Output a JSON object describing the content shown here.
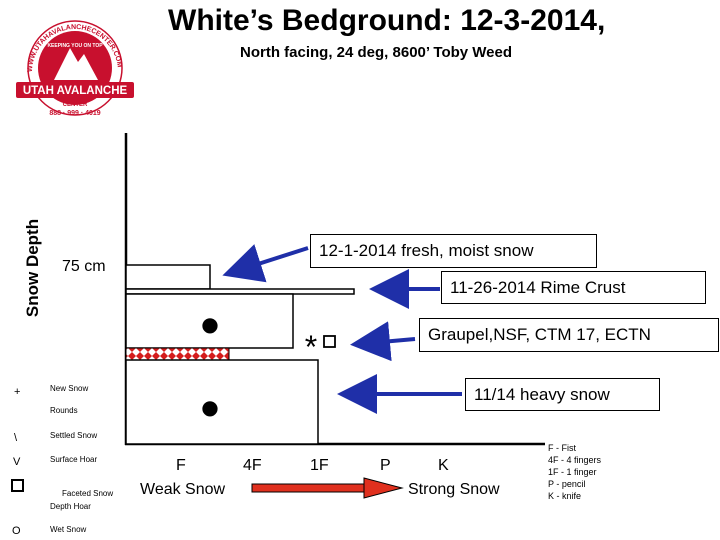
{
  "title": "White’s Bedground:  12-3-2014,",
  "subtitle": "North facing, 24 deg, 8600’  Toby Weed",
  "logo": {
    "ring_text": "WWW.UTAHAVALANCHECENTER.COM",
    "banner_text": "KEEPING YOU ON TOP",
    "name": "UTAH AVALANCHE",
    "sub": "CENTER",
    "phone": "888 · 999 · 4019",
    "colors": {
      "red": "#c8102e",
      "white": "#ffffff"
    }
  },
  "axis": {
    "y_label": "Snow Depth",
    "depth_marker": "75 cm"
  },
  "hardness_labels": [
    "F",
    "4F",
    "1F",
    "P",
    "K"
  ],
  "scale": {
    "weak": "Weak Snow",
    "strong": "Strong Snow",
    "arrow_color": "#e0301e"
  },
  "callouts": [
    {
      "text": "12-1-2014 fresh, moist snow"
    },
    {
      "text": "11-26-2014 Rime Crust"
    },
    {
      "text": "Graupel,NSF, CTM 17, ECTN"
    },
    {
      "text": "11/14 heavy snow"
    }
  ],
  "layer_symbols": {
    "rounds_symbol": "●",
    "mixed_symbol": "*"
  },
  "legend": [
    {
      "symbol": "+",
      "label": "New Snow"
    },
    {
      "symbol": "",
      "label": "Rounds"
    },
    {
      "symbol": "\\",
      "label": "Settled Snow"
    },
    {
      "symbol": "V",
      "label": "Surface Hoar"
    },
    {
      "symbol": "",
      "label": "Faceted Snow"
    },
    {
      "symbol": "",
      "label": "Depth Hoar"
    },
    {
      "symbol": "O",
      "label": "Wet Snow"
    }
  ],
  "hardness_key": [
    "F - Fist",
    "4F - 4 fingers",
    "1F - 1 finger",
    "P - pencil",
    "K - knife"
  ],
  "colors": {
    "arrow_blue": "#1f2fa8",
    "crust_red": "#d41c1c"
  }
}
